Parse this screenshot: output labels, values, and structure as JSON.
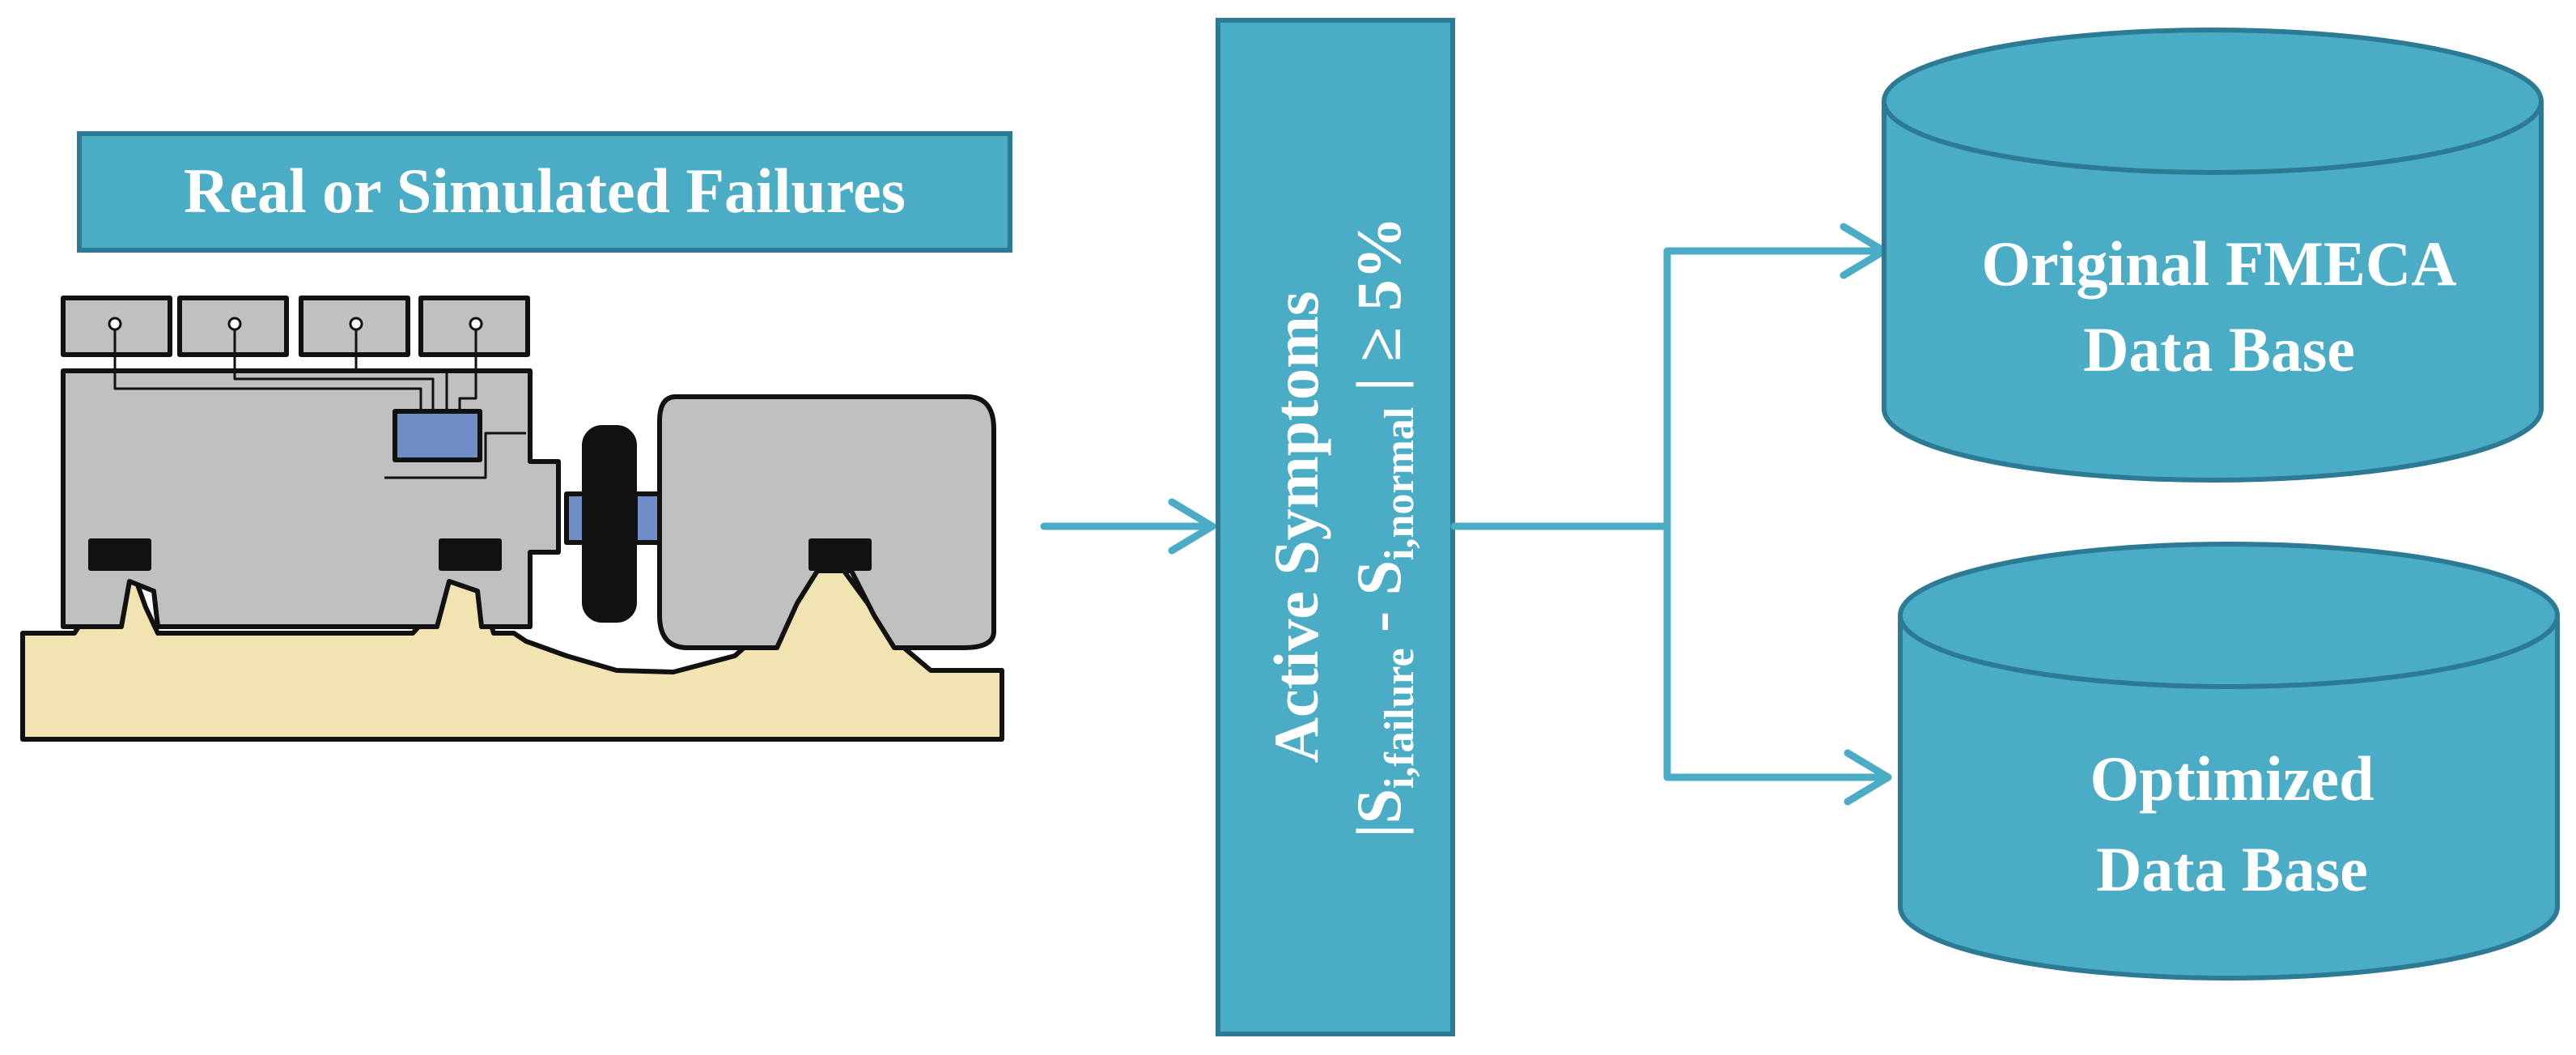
{
  "source_label": "Real or Simulated Failures",
  "symptoms": {
    "title": "Active Symptoms",
    "formula": {
      "open": "|S",
      "sub_failure": "i,failure",
      "minus": " - S",
      "sub_normal": "i,normal",
      "close": " | ≥ 5%"
    }
  },
  "databases": [
    {
      "line1": "Original FMECA",
      "line2": "Data Base"
    },
    {
      "line1": "Optimized",
      "line2": "Data Base"
    }
  ],
  "colors": {
    "teal": "#4bacc6",
    "teal_dark": "#2c7a93",
    "arrow": "#4bacc6",
    "machine_gray": "#c0c0c0",
    "base_sand": "#f2e4b0",
    "motor_box": "#6f8ec8"
  }
}
